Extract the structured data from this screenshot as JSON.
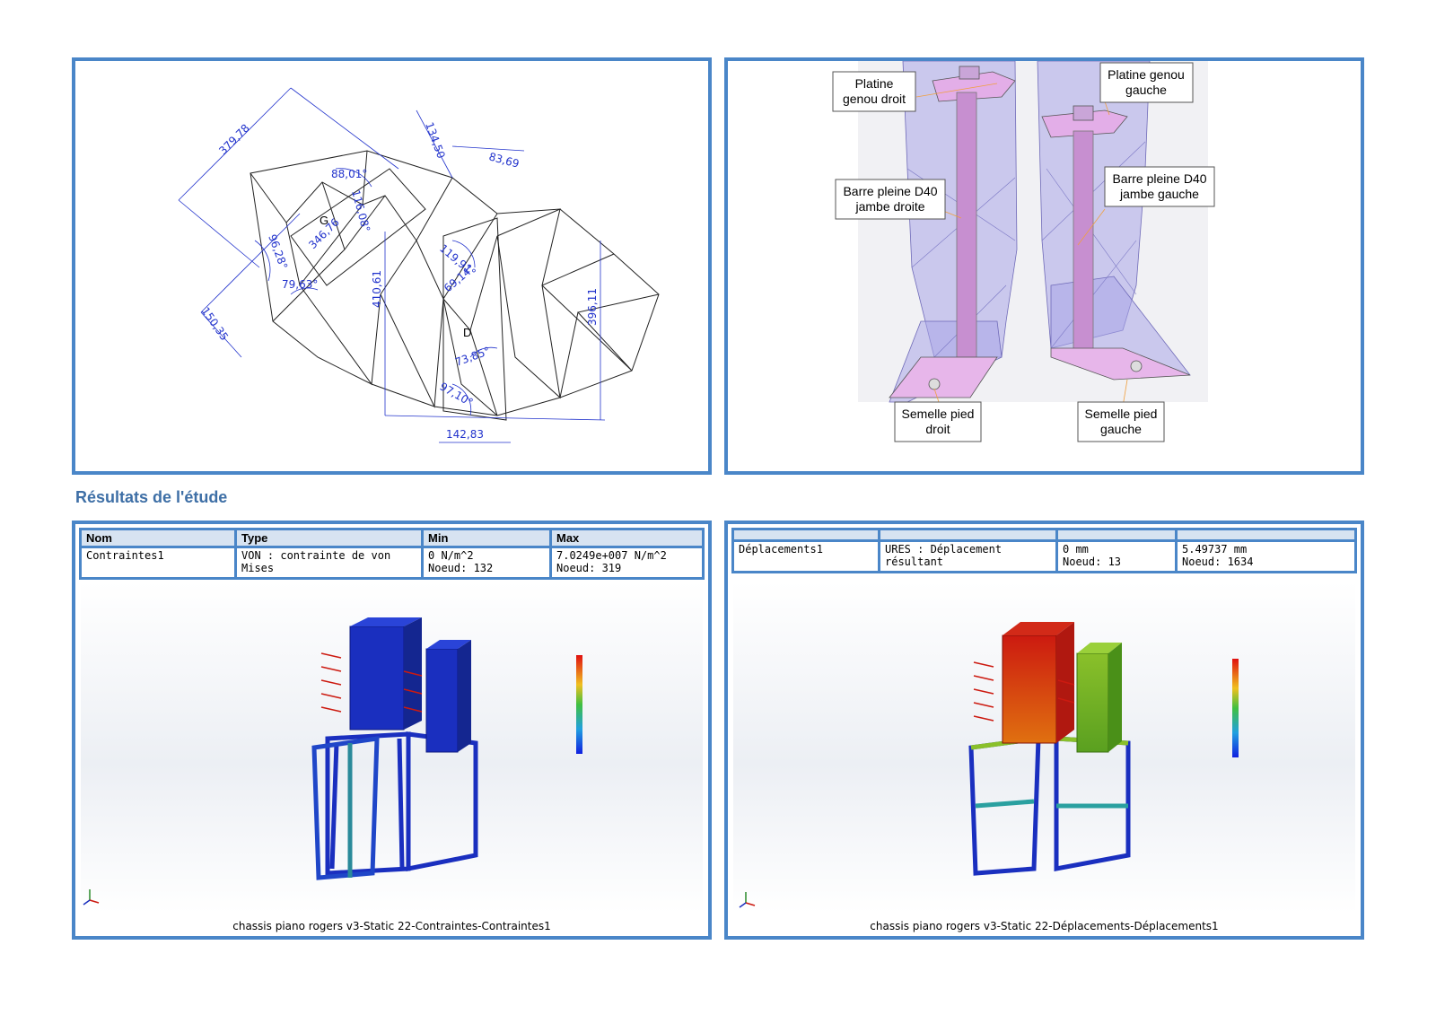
{
  "drawing": {
    "dimensions": [
      "379,78",
      "134,50",
      "83,69",
      "88,01°",
      "116,08°",
      "346,76",
      "96,28°",
      "79,63°",
      "150,35",
      "410,61",
      "119,91°",
      "69,14°",
      "396,11",
      "73,85°",
      "97,10°",
      "142,83"
    ],
    "point_labels": [
      "G",
      "D"
    ]
  },
  "callouts": [
    {
      "line1": "Platine",
      "line2": "genou droit"
    },
    {
      "line1": "Platine genou",
      "line2": "gauche"
    },
    {
      "line1": "Barre pleine D40",
      "line2": "jambe droite"
    },
    {
      "line1": "Barre pleine D40",
      "line2": "jambe gauche"
    },
    {
      "line1": "Semelle pied",
      "line2": "droit"
    },
    {
      "line1": "Semelle pied",
      "line2": "gauche"
    }
  ],
  "section_title": "Résultats de l'étude",
  "results_table": {
    "headers": [
      "Nom",
      "Type",
      "Min",
      "Max"
    ],
    "rows": [
      {
        "name": "Contraintes1",
        "type": "VON : contrainte de von Mises",
        "min_value": "0 N/m^2",
        "min_node": "Noeud: 132",
        "max_value": "7.0249e+007 N/m^2",
        "max_node": "Noeud: 319"
      },
      {
        "name": "Déplacements1",
        "type": "URES : Déplacement résultant",
        "min_value": "0 mm",
        "min_node": "Noeud: 13",
        "max_value": "5.49737 mm",
        "max_node": "Noeud: 1634"
      }
    ]
  },
  "captions": {
    "stress": "chassis piano rogers v3-Static 22-Contraintes-Contraintes1",
    "displacement": "chassis piano rogers v3-Static 22-Déplacements-Déplacements1"
  },
  "colors": {
    "frame_blue": "#4a86c8",
    "title_blue": "#3e6fa6",
    "dimension_blue": "#2233cc",
    "stress_low": "#1a2fbf",
    "disp_high": "#cc1a10",
    "disp_mid": "#6ab82a"
  }
}
